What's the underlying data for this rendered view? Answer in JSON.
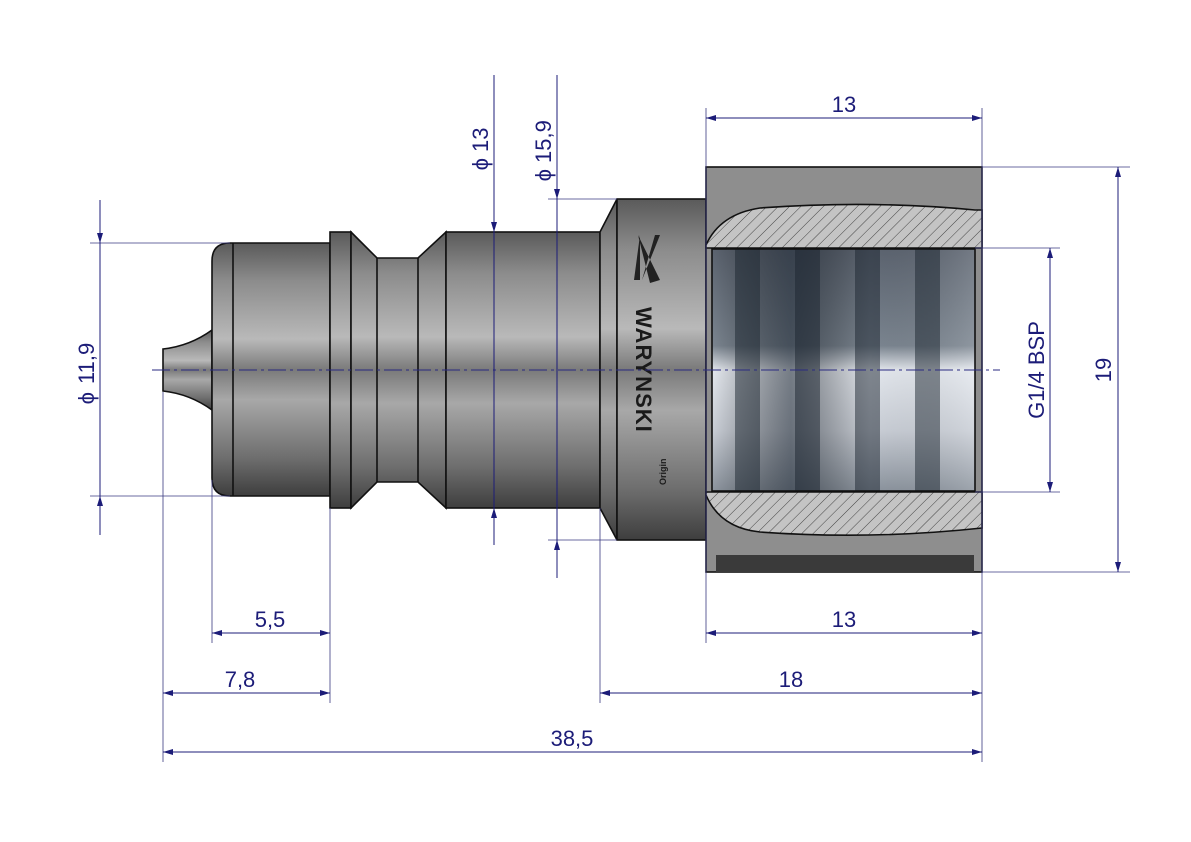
{
  "drawing": {
    "dimensions": {
      "nut_length_top": "13",
      "dia_body": "13",
      "dia_hex": "15,9",
      "dia_front": "11,9",
      "thread": "G1/4  BSP",
      "nut_height": "19",
      "front_length": "5,5",
      "nut_length_bottom": "13",
      "nose_to_collar": "7,8",
      "rear_length": "18",
      "total_length": "38,5"
    },
    "diameter_symbol": "ϕ",
    "logo": {
      "brand": "WARYNSKI",
      "sub": "Origin"
    },
    "colors": {
      "dimension": "#1c1c78",
      "steel": "#8a8a8a"
    }
  }
}
